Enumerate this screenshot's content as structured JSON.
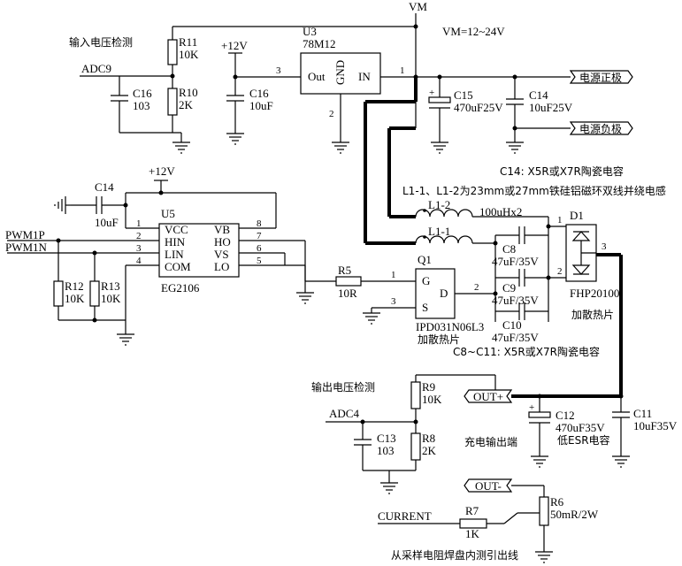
{
  "notes": {
    "vm": "VM",
    "vm_range": "VM=12~24V",
    "input_detect": "输入电压检测",
    "c14_note": "C14:  X5R或X7R陶瓷电容",
    "inductor_note": "L1-1、L1-2为23mm或27mm铁硅铝磁环双线并绕电感",
    "c8_c11_note": "C8~C11:  X5R或X7R陶瓷电容",
    "heatsink_d1": "加散热片",
    "heatsink_q1": "加散热片",
    "output_detect": "输出电压检测",
    "charge_output": "充电输出端",
    "low_esr": "低ESR电容",
    "sample_note": "从采样电阻焊盘内测引出线"
  },
  "connectors": {
    "power_pos": "电源正极",
    "power_neg": "电源负极",
    "out_pos": "OUT+",
    "out_neg": "OUT-"
  },
  "nets": {
    "adc9": "ADC9",
    "adc4": "ADC4",
    "v12_top": "+12V",
    "v12_u5": "+12V",
    "pwm1p": "PWM1P",
    "pwm1n": "PWM1N",
    "current": "CURRENT"
  },
  "parts": {
    "r11": {
      "ref": "R11",
      "val": "10K"
    },
    "r10": {
      "ref": "R10",
      "val": "2K"
    },
    "c16a": {
      "ref": "C16",
      "val": "103"
    },
    "c16b": {
      "ref": "C16",
      "val": "10uF"
    },
    "u3": {
      "ref": "U3",
      "val": "78M12",
      "out": "Out",
      "gnd": "GND",
      "in": "IN",
      "p1": "1",
      "p2": "2",
      "p3": "3"
    },
    "c15": {
      "ref": "C15",
      "val": "470uF25V"
    },
    "c14a": {
      "ref": "C14",
      "val": "10uF25V"
    },
    "c14b": {
      "ref": "C14",
      "val": "10uF"
    },
    "u5": {
      "ref": "U5",
      "val": "EG2106",
      "pins_left": [
        "VCC",
        "HIN",
        "LIN",
        "COM"
      ],
      "pins_right": [
        "VB",
        "HO",
        "VS",
        "LO"
      ],
      "nums_left": [
        "1",
        "2",
        "3",
        "4"
      ],
      "nums_right": [
        "8",
        "7",
        "6",
        "5"
      ]
    },
    "r12": {
      "ref": "R12",
      "val": "10K"
    },
    "r13": {
      "ref": "R13",
      "val": "10K"
    },
    "r5": {
      "ref": "R5",
      "val": "10R"
    },
    "q1": {
      "ref": "Q1",
      "val": "IPD031N06L3",
      "g": "G",
      "d": "D",
      "s": "S",
      "p1": "1",
      "p2": "2",
      "p3": "3"
    },
    "l12": {
      "ref": "L1-2",
      "val": "100uHx2"
    },
    "l11": {
      "ref": "L1-1"
    },
    "c8": {
      "ref": "C8",
      "val": "47uF/35V"
    },
    "c9": {
      "ref": "C9",
      "val": "47uF/35V"
    },
    "c10": {
      "ref": "C10",
      "val": "47uF/35V"
    },
    "d1": {
      "ref": "D1",
      "val": "FHP20100",
      "p1": "1",
      "p2": "2",
      "p3": "3"
    },
    "r9": {
      "ref": "R9",
      "val": "10K"
    },
    "r8": {
      "ref": "R8",
      "val": "2K"
    },
    "c13": {
      "ref": "C13",
      "val": "103"
    },
    "c12": {
      "ref": "C12",
      "val": "470uF35V"
    },
    "c11": {
      "ref": "C11",
      "val": "10uF35V"
    },
    "r6": {
      "ref": "R6",
      "val": "50mR/2W"
    },
    "r7": {
      "ref": "R7",
      "val": "1K"
    }
  }
}
